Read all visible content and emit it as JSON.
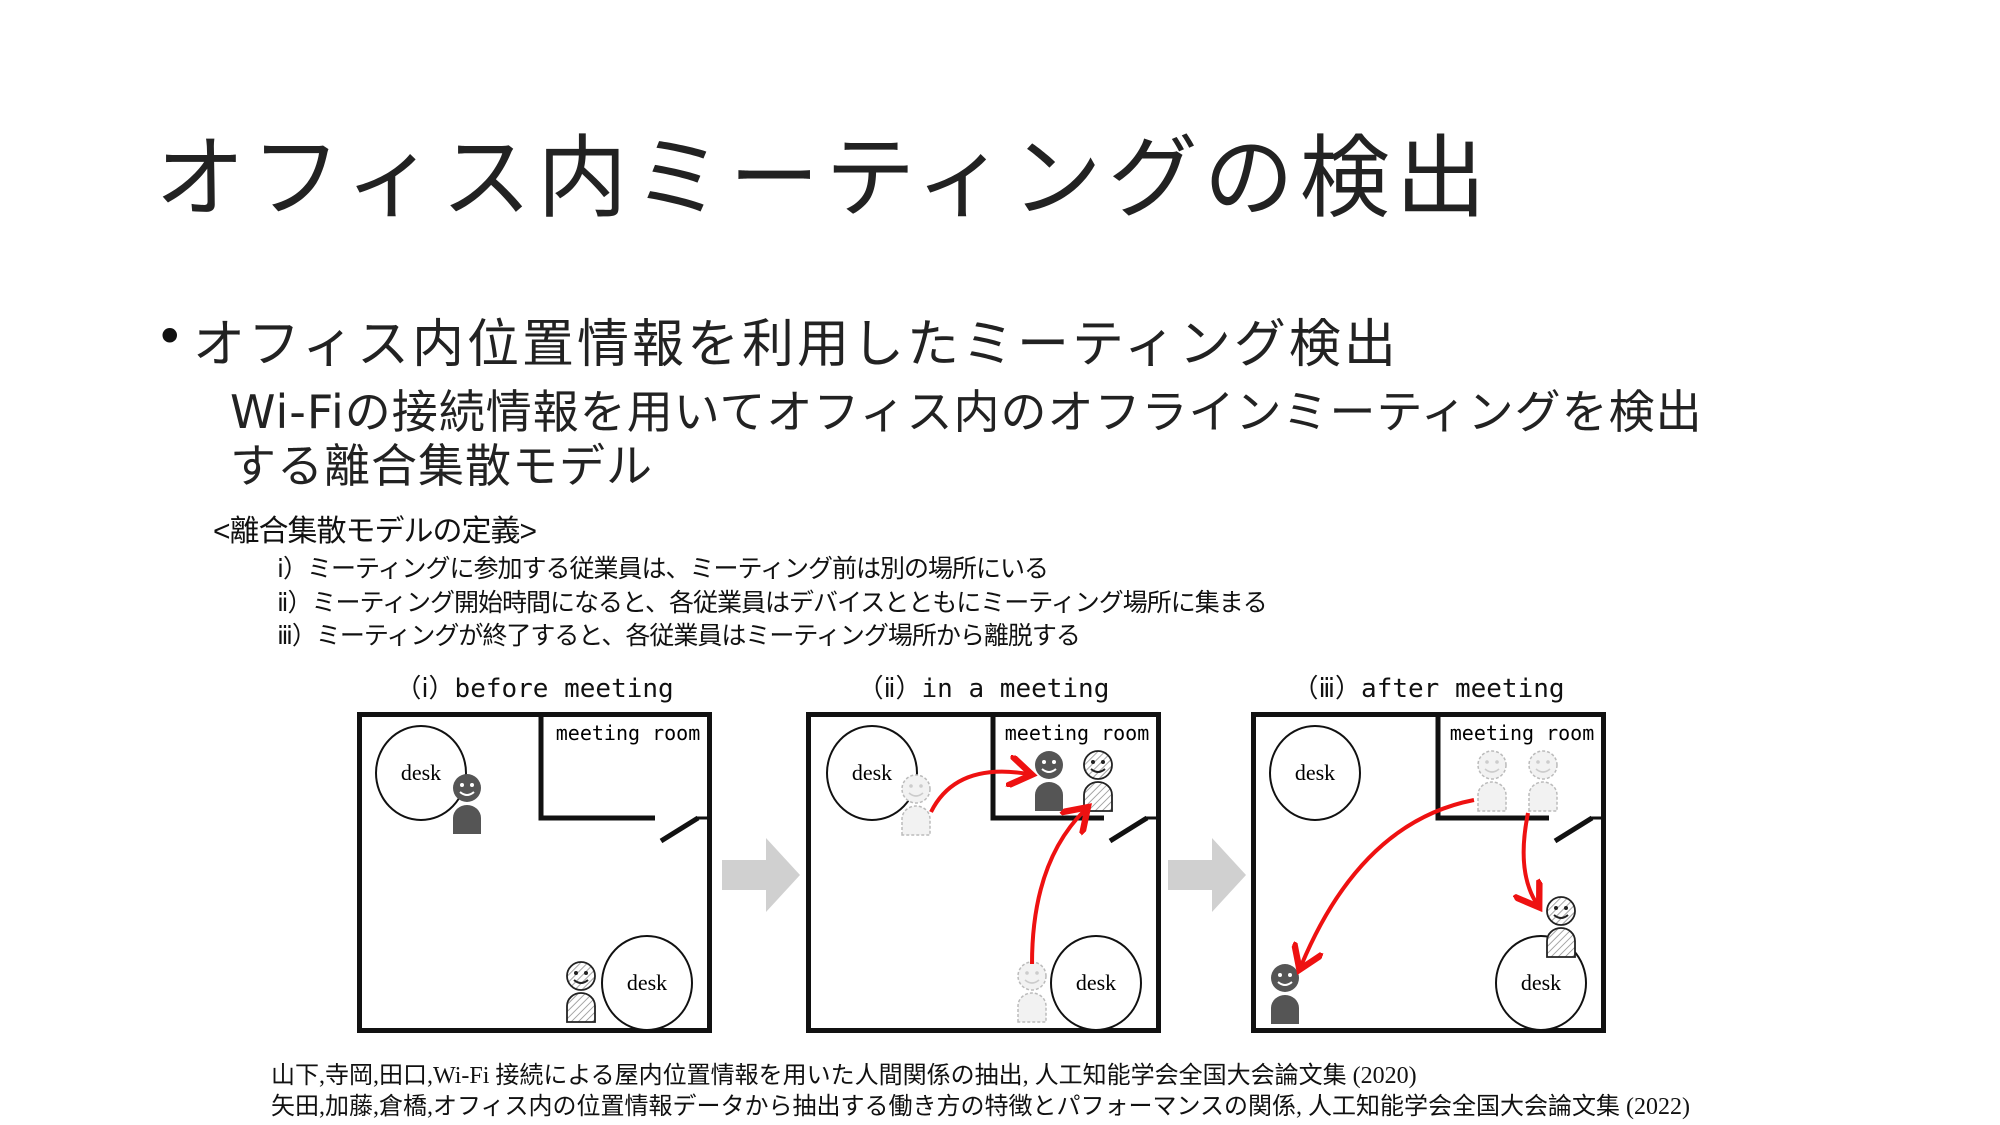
{
  "title": "オフィス内ミーティングの検出",
  "bullet": {
    "marker": "•",
    "text": "オフィス内位置情報を利用したミーティング検出",
    "sub_lines": [
      "Wi-Fiの接続情報を用いてオフィス内のオフラインミーティングを検出",
      "する離合集散モデル"
    ]
  },
  "definition": {
    "heading": "<離合集散モデルの定義>",
    "items": [
      "ⅰ）ミーティングに参加する従業員は、ミーティング前は別の場所にいる",
      "ⅱ）ミーティング開始時間になると、各従業員はデバイスとともにミーティング場所に集まる",
      "ⅲ）ミーティングが終了すると、各従業員はミーティング場所から離脱する"
    ]
  },
  "diagram": {
    "desk_label": "desk",
    "room_label": "meeting room",
    "arrow_color": "#ee1111",
    "panels": [
      {
        "title": "（ⅰ）before meeting"
      },
      {
        "title": "（ⅱ）in a meeting"
      },
      {
        "title": "（ⅲ）after meeting"
      }
    ]
  },
  "references": [
    "山下,寺岡,田口,Wi-Fi 接続による屋内位置情報を用いた人間関係の抽出, 人工知能学会全国大会論文集 (2020)",
    "矢田,加藤,倉橋,オフィス内の位置情報データから抽出する働き方の特徴とパフォーマンスの関係, 人工知能学会全国大会論文集 (2022)"
  ]
}
